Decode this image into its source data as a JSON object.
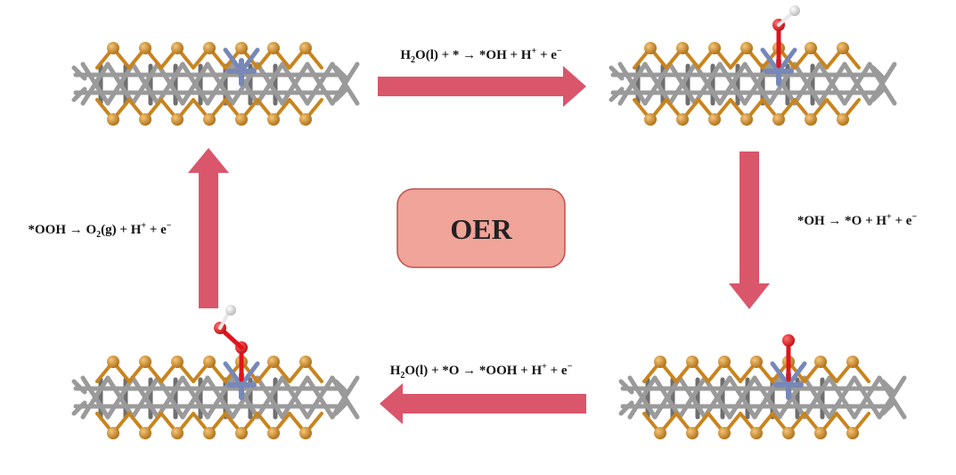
{
  "center": {
    "label": "OER",
    "fill": "#f0a49a",
    "stroke": "#c0504d"
  },
  "colors": {
    "arrow": "#d9566b",
    "sulfur": "#c8841e",
    "metal": "#9a9a9a",
    "dopant": "#7788b8",
    "oxygen": "#e0141c",
    "hydrogen": "#e8e8e8"
  },
  "steps": [
    {
      "id": "step1",
      "parts": [
        [
          "H",
          "n"
        ],
        [
          "2",
          "sub"
        ],
        [
          "O(l) + * → *OH + H",
          "n"
        ],
        [
          "+",
          "sup"
        ],
        [
          " + e",
          "n"
        ],
        [
          "−",
          "sup"
        ]
      ]
    },
    {
      "id": "step2",
      "parts": [
        [
          "*OH → *O + H",
          "n"
        ],
        [
          "+",
          "sup"
        ],
        [
          " + e",
          "n"
        ],
        [
          "−",
          "sup"
        ]
      ]
    },
    {
      "id": "step3",
      "parts": [
        [
          "H",
          "n"
        ],
        [
          "2",
          "sub"
        ],
        [
          "O(l) + *O → *OOH + H",
          "n"
        ],
        [
          "+",
          "sup"
        ],
        [
          " + e",
          "n"
        ],
        [
          "−",
          "sup"
        ]
      ]
    },
    {
      "id": "step4",
      "parts": [
        [
          "*OOH → O",
          "n"
        ],
        [
          "2",
          "sub"
        ],
        [
          "(g) + H",
          "n"
        ],
        [
          "+",
          "sup"
        ],
        [
          " + e",
          "n"
        ],
        [
          "−",
          "sup"
        ]
      ]
    }
  ],
  "structures": [
    {
      "id": "bare-surface",
      "adsorbate": "none"
    },
    {
      "id": "oh-adsorbed",
      "adsorbate": "OH"
    },
    {
      "id": "o-adsorbed",
      "adsorbate": "O"
    },
    {
      "id": "ooh-adsorbed",
      "adsorbate": "OOH"
    }
  ]
}
